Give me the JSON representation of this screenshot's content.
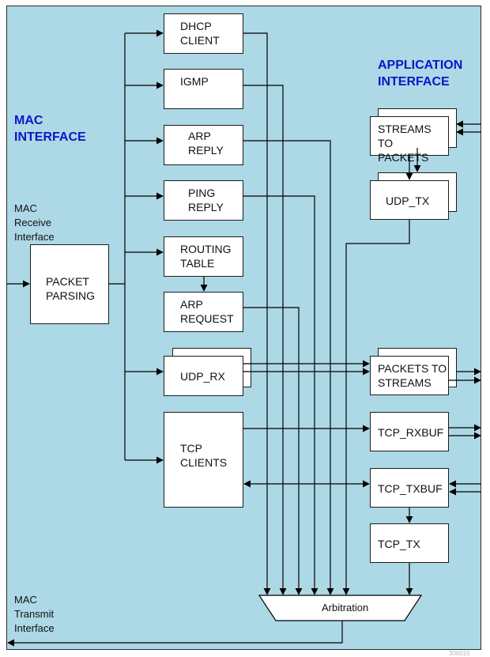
{
  "headings": {
    "mac_interface": "MAC\nINTERFACE",
    "application_interface": "APPLICATION\nINTERFACE"
  },
  "notes": {
    "mac_receive": "MAC\nReceive\nInterface",
    "mac_transmit": "MAC\nTransmit\nInterface"
  },
  "blocks": {
    "packet_parsing": "PACKET\nPARSING",
    "dhcp_client": "DHCP\nCLIENT",
    "igmp": "IGMP",
    "arp_reply": "ARP\nREPLY",
    "ping_reply": "PING\nREPLY",
    "routing_table": "ROUTING\nTABLE",
    "arp_request": "ARP\nREQUEST",
    "udp_rx": "UDP_RX",
    "tcp_clients": "TCP\nCLIENTS",
    "streams_to_packets": "STREAMS TO\nPACKETS",
    "udp_tx": "UDP_TX",
    "packets_to_streams": "PACKETS TO\nSTREAMS",
    "tcp_rxbuf": "TCP_RXBUF",
    "tcp_txbuf": "TCP_TXBUF",
    "tcp_tx": "TCP_TX",
    "arbitration": "Arbitration"
  },
  "watermark": "300015",
  "colors": {
    "background_panel": "#add8e6",
    "heading_text": "#0b16c9",
    "line": "#000000",
    "block_fill": "#ffffff"
  }
}
